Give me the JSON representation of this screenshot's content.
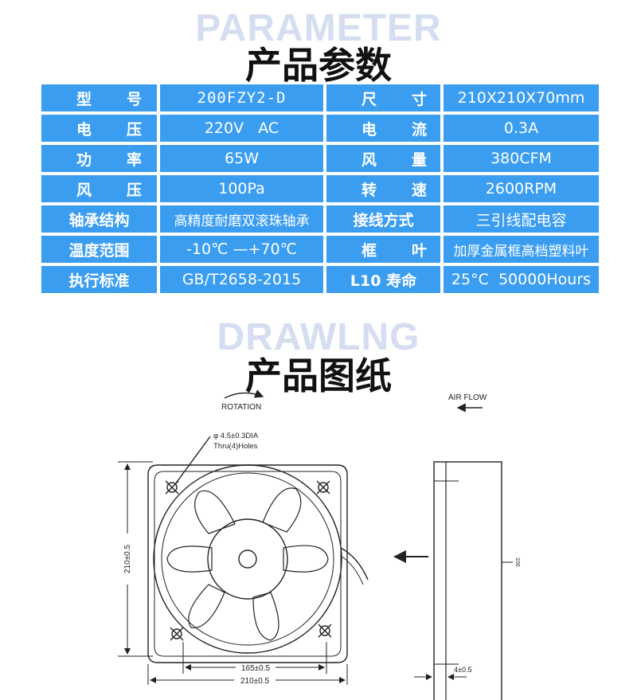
{
  "header": {
    "ghost": "PARAMETER",
    "title": "产品参数"
  },
  "specs": [
    {
      "l1": "型号",
      "v1": "200FZY2-D",
      "l2": "尺寸",
      "v2": "210X210X70mm"
    },
    {
      "l1": "电压",
      "v1": "220V   AC",
      "l2": "电流",
      "v2": "0.3A"
    },
    {
      "l1": "功率",
      "v1": "65W",
      "l2": "风量",
      "v2": "380CFM"
    },
    {
      "l1": "风压",
      "v1": "100Pa",
      "l2": "转速",
      "v2": "2600RPM"
    },
    {
      "l1": "轴承结构",
      "v1": "高精度耐磨双滚珠轴承",
      "l2": "接线方式",
      "v2": "三引线配电容"
    },
    {
      "l1": "温度范围",
      "v1": "-10℃ —+70℃",
      "l2": "框叶",
      "v2": "加厚金属框高档塑料叶"
    },
    {
      "l1": "执行标准",
      "v1": "GB/T2658-2015",
      "l2": "L10 寿命",
      "v2": "25°C  50000Hours"
    }
  ],
  "drawing_header": {
    "ghost": "DRAWLNG",
    "title": "产品图纸"
  },
  "drawing": {
    "rotation": "ROTATION",
    "air_flow": "AIR FLOW",
    "hole_spec": "φ 4.5±0.3DIA",
    "holes": "Thru(4)Holes",
    "dim_height": "210±0.5",
    "dim_hole_spacing": "165±0.5",
    "dim_width": "210±0.5",
    "dim_depth": "4±0.5",
    "side_mark": "100"
  }
}
